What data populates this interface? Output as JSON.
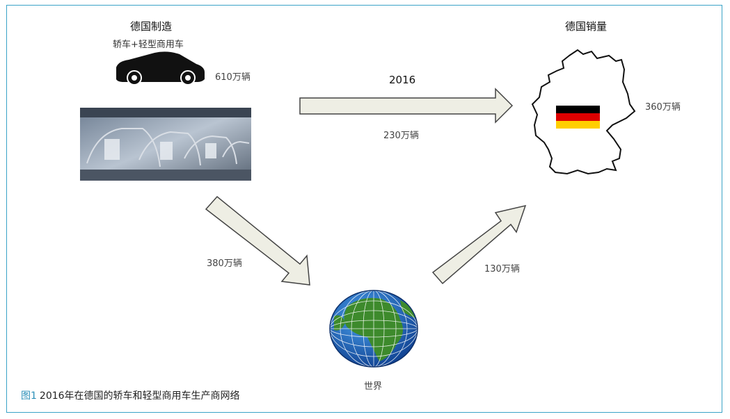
{
  "source": {
    "title": "德国制造",
    "subtitle": "轿车+轻型商用车",
    "production_value": "610万辆",
    "car_icon": "car-silhouette-icon",
    "photo": "car-assembly-line-photo"
  },
  "destination": {
    "title": "德国销量",
    "sales_value": "360万辆",
    "map_icon": "germany-map-icon",
    "flag_icon": "germany-flag-icon",
    "flag_colors": [
      "#000000",
      "#dd0000",
      "#ffce00"
    ]
  },
  "flows": {
    "year": "2016",
    "domestic_value": "230万辆",
    "export_value": "380万辆",
    "import_value": "130万辆"
  },
  "world": {
    "label": "世界",
    "globe_icon": "globe-icon"
  },
  "caption": {
    "figure_label": "图1",
    "text": "2016年在德国的轿车和轻型商用车生产商网络"
  },
  "colors": {
    "frame": "#3aa3c7",
    "arrow_fill": "#eeeee4",
    "arrow_stroke": "#444444",
    "ocean": "#1f6fc0",
    "land": "#3d8a2c"
  }
}
